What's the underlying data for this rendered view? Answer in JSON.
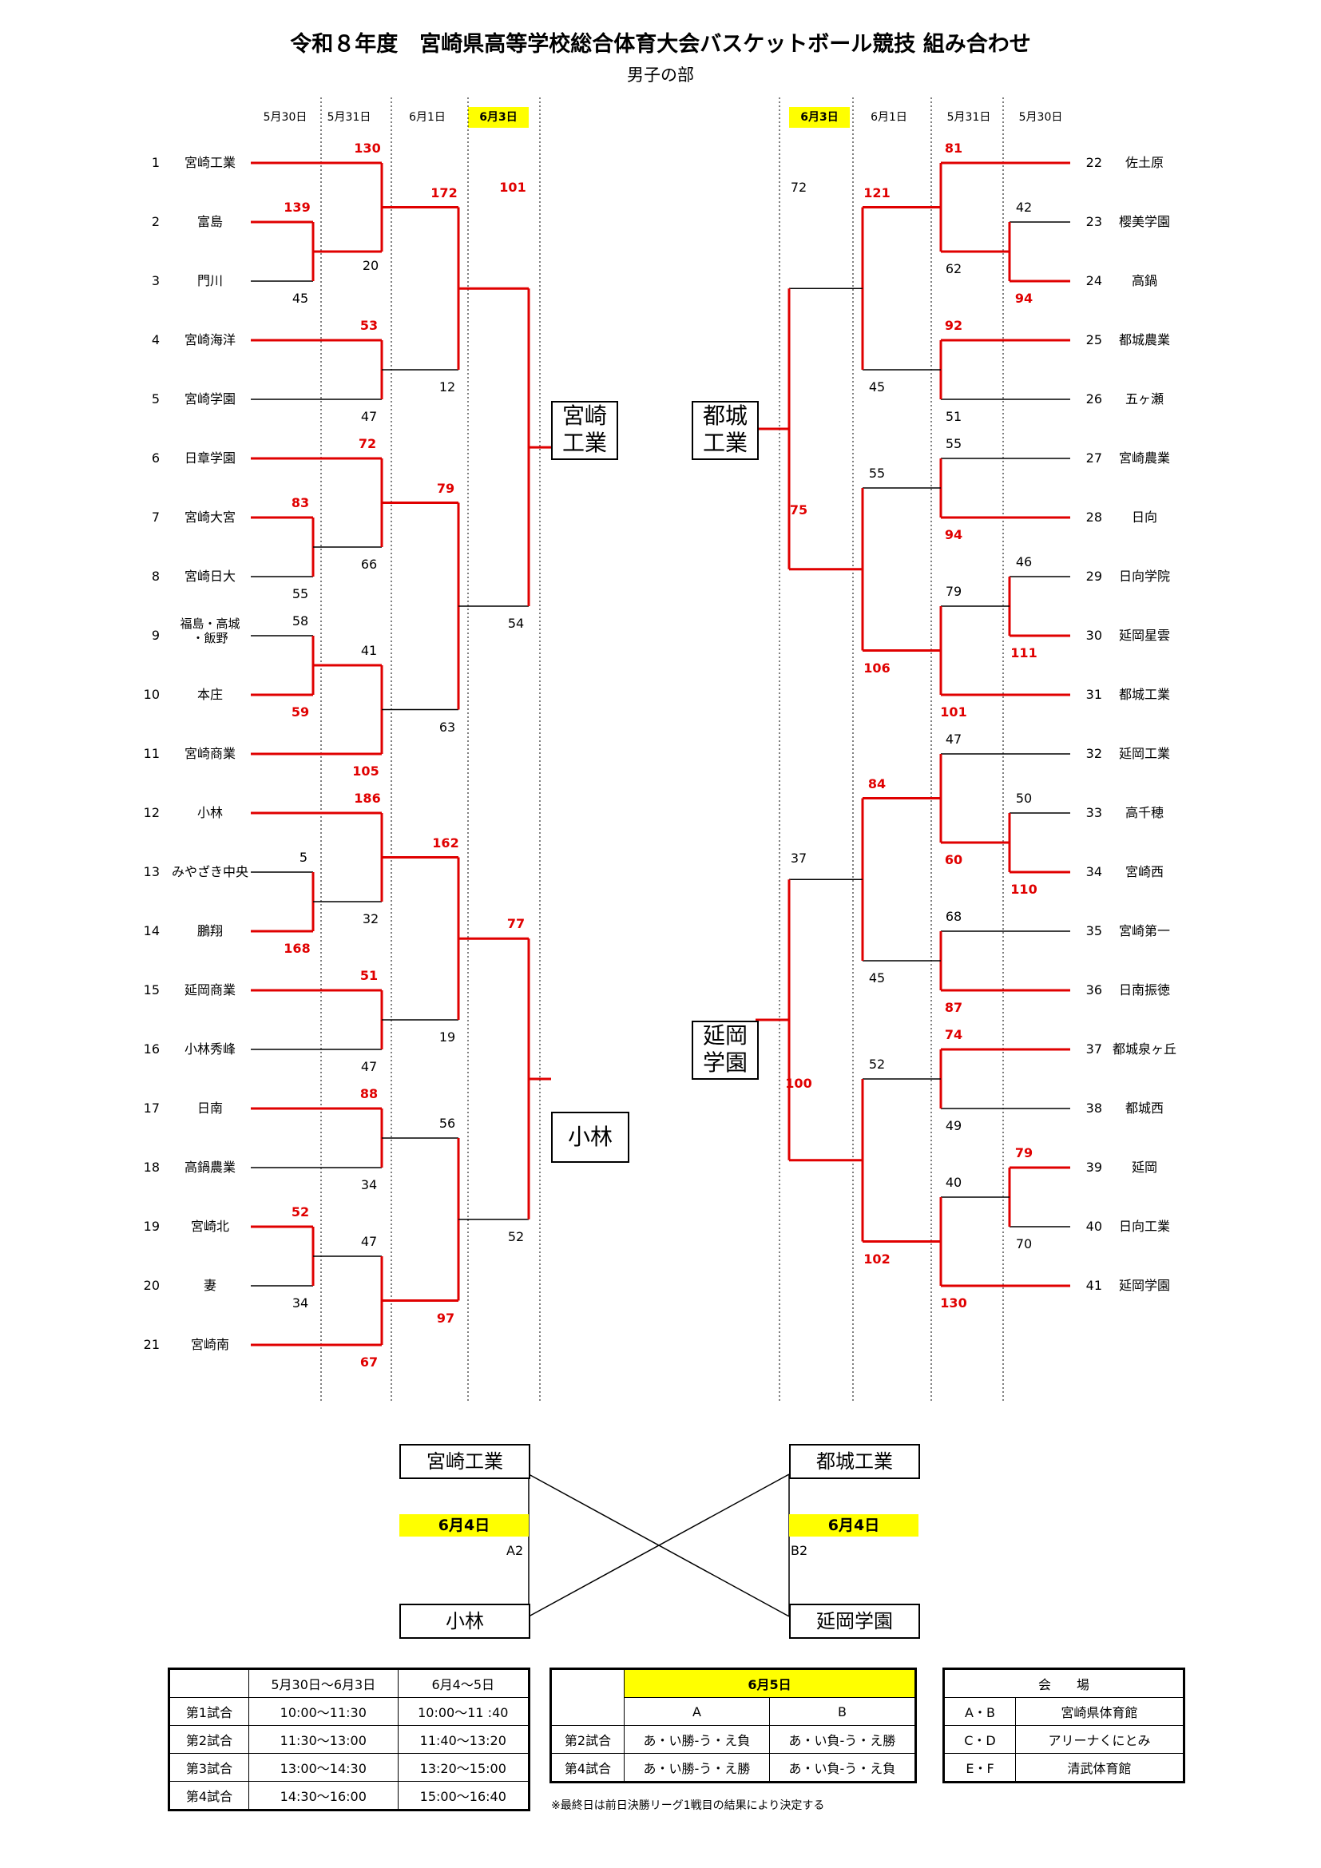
{
  "title": "令和８年度　宮崎県高等学校総合体育大会バスケットボール競技 組み合わせ",
  "subtitle": "男子の部",
  "left_dates": [
    "5月30日",
    "5月31日",
    "6月1日",
    "6月3日"
  ],
  "right_dates": [
    "6月3日",
    "6月1日",
    "5月31日",
    "5月30日"
  ],
  "left_teams": [
    {
      "no": "1",
      "name": "宮崎工業"
    },
    {
      "no": "2",
      "name": "富島"
    },
    {
      "no": "3",
      "name": "門川"
    },
    {
      "no": "4",
      "name": "宮崎海洋"
    },
    {
      "no": "5",
      "name": "宮崎学園"
    },
    {
      "no": "6",
      "name": "日章学園"
    },
    {
      "no": "7",
      "name": "宮崎大宮"
    },
    {
      "no": "8",
      "name": "宮崎日大"
    },
    {
      "no": "9",
      "name": "福島・高城",
      "name2": "・飯野"
    },
    {
      "no": "10",
      "name": "本庄"
    },
    {
      "no": "11",
      "name": "宮崎商業"
    },
    {
      "no": "12",
      "name": "小林"
    },
    {
      "no": "13",
      "name": "みやざき中央"
    },
    {
      "no": "14",
      "name": "鵬翔"
    },
    {
      "no": "15",
      "name": "延岡商業"
    },
    {
      "no": "16",
      "name": "小林秀峰"
    },
    {
      "no": "17",
      "name": "日南"
    },
    {
      "no": "18",
      "name": "高鍋農業"
    },
    {
      "no": "19",
      "name": "宮崎北"
    },
    {
      "no": "20",
      "name": "妻"
    },
    {
      "no": "21",
      "name": "宮崎南"
    }
  ],
  "right_teams": [
    {
      "no": "22",
      "name": "佐土原"
    },
    {
      "no": "23",
      "name": "樱美学園"
    },
    {
      "no": "24",
      "name": "高鍋"
    },
    {
      "no": "25",
      "name": "都城農業"
    },
    {
      "no": "26",
      "name": "五ヶ瀬"
    },
    {
      "no": "27",
      "name": "宮崎農業"
    },
    {
      "no": "28",
      "name": "日向"
    },
    {
      "no": "29",
      "name": "日向学院"
    },
    {
      "no": "30",
      "name": "延岡星雲"
    },
    {
      "no": "31",
      "name": "都城工業"
    },
    {
      "no": "32",
      "name": "延岡工業"
    },
    {
      "no": "33",
      "name": "高千穂"
    },
    {
      "no": "34",
      "name": "宮崎西"
    },
    {
      "no": "35",
      "name": "宮崎第一"
    },
    {
      "no": "36",
      "name": "日南振徳"
    },
    {
      "no": "37",
      "name": "都城泉ヶ丘"
    },
    {
      "no": "38",
      "name": "都城西"
    },
    {
      "no": "39",
      "name": "延岡"
    },
    {
      "no": "40",
      "name": "日向工業"
    },
    {
      "no": "41",
      "name": "延岡学園"
    }
  ],
  "scores": [
    {
      "v": "130",
      "w": true
    },
    {
      "v": "139",
      "w": true
    },
    {
      "v": "45",
      "w": false
    },
    {
      "v": "20",
      "w": false
    },
    {
      "v": "172",
      "w": true
    },
    {
      "v": "53",
      "w": true
    },
    {
      "v": "47",
      "w": false
    },
    {
      "v": "12",
      "w": false
    },
    {
      "v": "101",
      "w": true
    },
    {
      "v": "72",
      "w": true
    },
    {
      "v": "83",
      "w": true
    },
    {
      "v": "55",
      "w": false
    },
    {
      "v": "66",
      "w": false
    },
    {
      "v": "79",
      "w": true
    },
    {
      "v": "58",
      "w": false
    },
    {
      "v": "59",
      "w": true
    },
    {
      "v": "41",
      "w": false
    },
    {
      "v": "105",
      "w": true
    },
    {
      "v": "63",
      "w": false
    },
    {
      "v": "54",
      "w": false
    },
    {
      "v": "186",
      "w": true
    },
    {
      "v": "5",
      "w": false
    },
    {
      "v": "168",
      "w": true
    },
    {
      "v": "32",
      "w": false
    },
    {
      "v": "162",
      "w": true
    },
    {
      "v": "51",
      "w": true
    },
    {
      "v": "47",
      "w": false
    },
    {
      "v": "19",
      "w": false
    },
    {
      "v": "77",
      "w": true
    },
    {
      "v": "88",
      "w": true
    },
    {
      "v": "34",
      "w": false
    },
    {
      "v": "56",
      "w": false
    },
    {
      "v": "52",
      "w": true
    },
    {
      "v": "34",
      "w": false
    },
    {
      "v": "47",
      "w": false
    },
    {
      "v": "67",
      "w": true
    },
    {
      "v": "97",
      "w": true
    },
    {
      "v": "52",
      "w": false
    },
    {
      "v": "81",
      "w": true
    },
    {
      "v": "121",
      "w": true
    },
    {
      "v": "72",
      "w": false
    },
    {
      "v": "42",
      "w": false
    },
    {
      "v": "62",
      "w": false
    },
    {
      "v": "94",
      "w": true
    },
    {
      "v": "92",
      "w": true
    },
    {
      "v": "45",
      "w": false
    },
    {
      "v": "51",
      "w": false
    },
    {
      "v": "55",
      "w": false
    },
    {
      "v": "55",
      "w": false
    },
    {
      "v": "94",
      "w": true
    },
    {
      "v": "75",
      "w": true
    },
    {
      "v": "46",
      "w": false
    },
    {
      "v": "79",
      "w": false
    },
    {
      "v": "111",
      "w": true
    },
    {
      "v": "106",
      "w": true
    },
    {
      "v": "101",
      "w": true
    },
    {
      "v": "47",
      "w": false
    },
    {
      "v": "84",
      "w": true
    },
    {
      "v": "50",
      "w": false
    },
    {
      "v": "37",
      "w": false
    },
    {
      "v": "60",
      "w": true
    },
    {
      "v": "110",
      "w": true
    },
    {
      "v": "68",
      "w": false
    },
    {
      "v": "45",
      "w": false
    },
    {
      "v": "87",
      "w": true
    },
    {
      "v": "74",
      "w": true
    },
    {
      "v": "52",
      "w": false
    },
    {
      "v": "49",
      "w": false
    },
    {
      "v": "100",
      "w": true
    },
    {
      "v": "79",
      "w": true
    },
    {
      "v": "40",
      "w": false
    },
    {
      "v": "70",
      "w": false
    },
    {
      "v": "102",
      "w": true
    },
    {
      "v": "130",
      "w": true
    }
  ],
  "block_winners": {
    "top_left": {
      "line1": "宮崎",
      "line2": "工業"
    },
    "top_right": {
      "line1": "都城",
      "line2": "工業"
    },
    "bottom_left": {
      "line1": "小林"
    },
    "bottom_right": {
      "line1": "延岡",
      "line2": "学園"
    }
  },
  "final": {
    "top_left": "宮崎工業",
    "top_right": "都城工業",
    "bottom_left": "小林",
    "bottom_right": "延岡学園",
    "date_left": "6月4日",
    "date_right": "6月4日",
    "code_left": "A2",
    "code_right": "B2"
  },
  "schedule_table": {
    "headers": [
      "",
      "5月30日～6月3日",
      "6月4～5日"
    ],
    "rows": [
      [
        "第1試合",
        "10:00～11:30",
        "10:00～11 :40"
      ],
      [
        "第2試合",
        "11:30～13:00",
        "11:40～13:20"
      ],
      [
        "第3試合",
        "13:00～14:30",
        "13:20～15:00"
      ],
      [
        "第4試合",
        "14:30～16:00",
        "15:00～16:40"
      ]
    ]
  },
  "league_table": {
    "date": "6月5日",
    "col_a": "A",
    "col_b": "B",
    "rows": [
      [
        "第2試合",
        "あ・い勝-う・え負",
        "あ・い負-う・え勝"
      ],
      [
        "第4試合",
        "あ・い勝-う・え勝",
        "あ・い負-う・え負"
      ]
    ],
    "note": "※最終日は前日決勝リーグ1戦目の結果により決定する"
  },
  "venue_table": {
    "header": "会　　場",
    "rows": [
      [
        "A・B",
        "宮崎県体育館"
      ],
      [
        "C・D",
        "アリーナくにとみ"
      ],
      [
        "E・F",
        "清武体育館"
      ]
    ]
  },
  "colors": {
    "win_line": "#e00000",
    "highlight": "#ffff00",
    "lose_line": "#000000"
  }
}
